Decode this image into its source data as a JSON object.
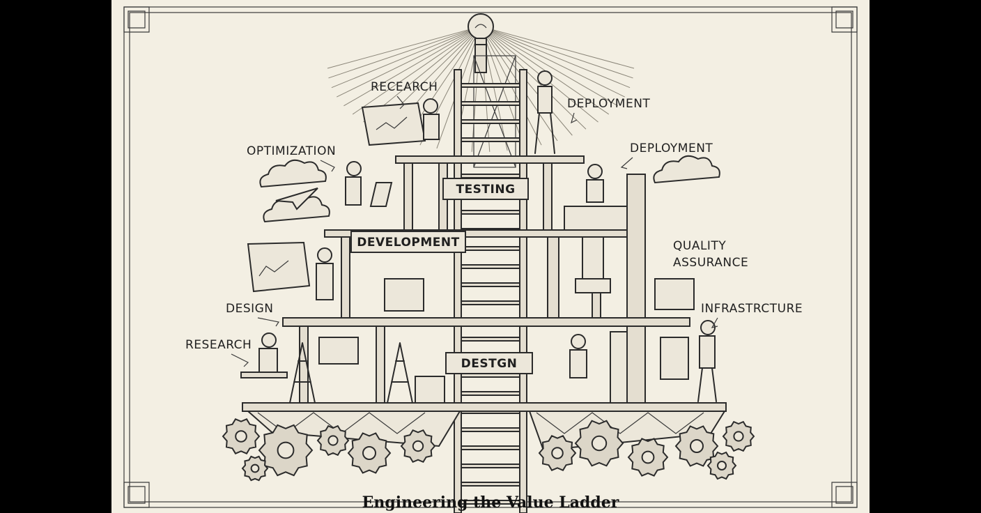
{
  "title": "Engineering the Value Ladder",
  "labels": {
    "research_top": "RECEARCH",
    "deployment_top": "DEPLOYMENT",
    "optimization": "OPTIMIZATION",
    "deployment_right": "DEPLOYMENT",
    "quality": "QUALITY",
    "assurance": "ASSURANCE",
    "design_left": "DESIGN",
    "infrastructure": "INFRASTRCTURE",
    "research_left": "RESEARCH"
  },
  "plates": {
    "testing": "TESTING",
    "development": "DEVELOPMENT",
    "design": "DESTGN"
  },
  "colors": {
    "paper": "#f3efe3",
    "ink": "#2b2b2b"
  }
}
